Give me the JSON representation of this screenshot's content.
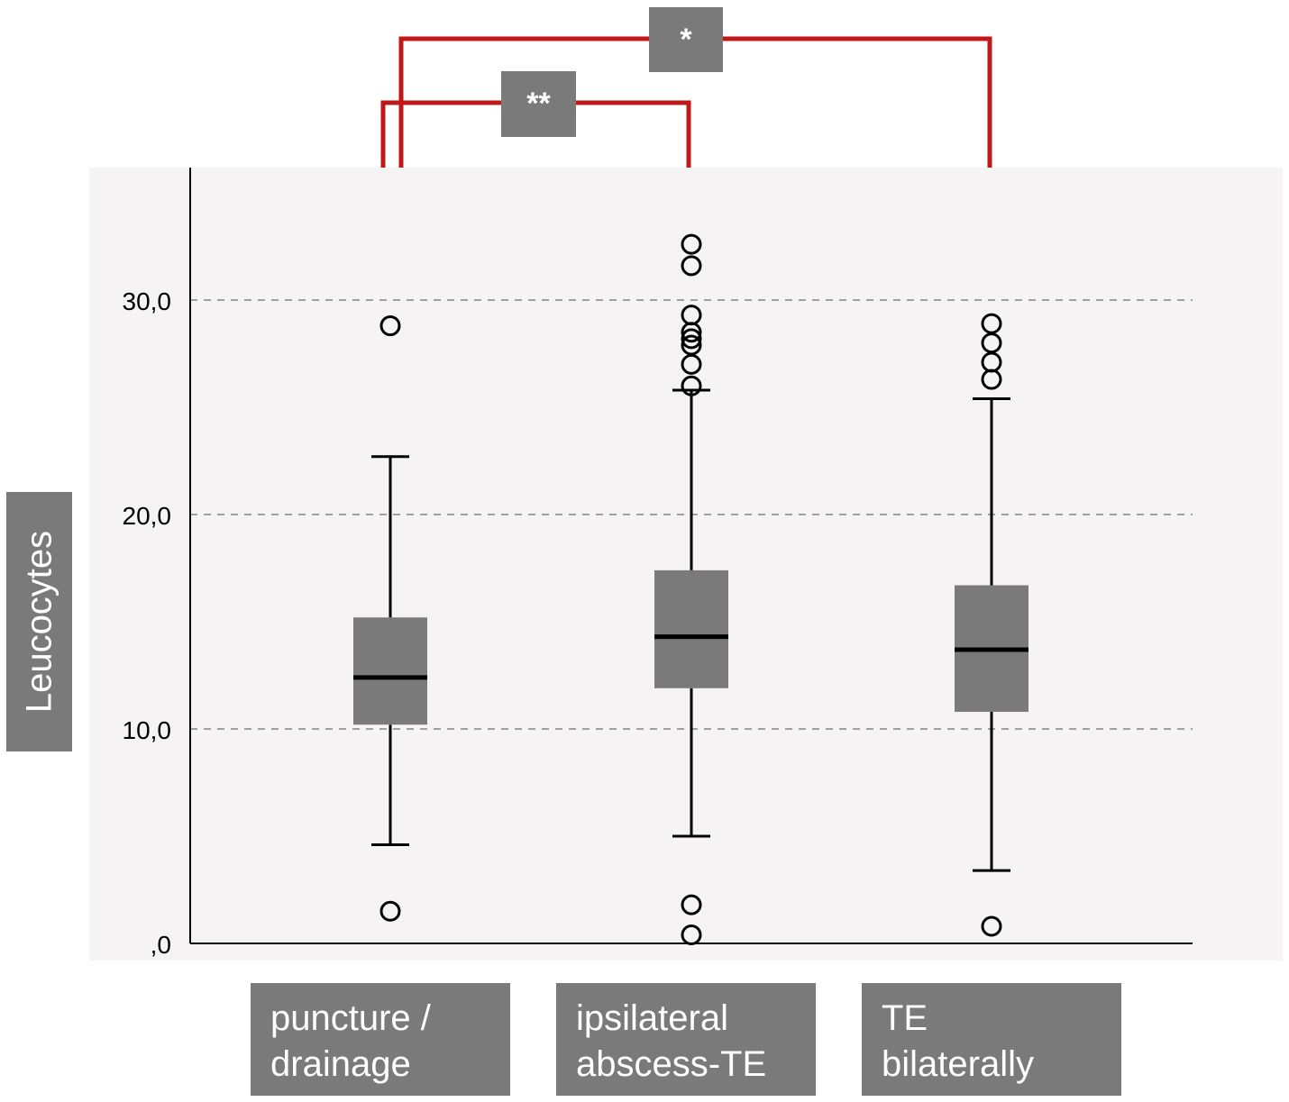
{
  "chart_data": {
    "type": "boxplot",
    "ylabel": "Leucocytes",
    "ylim": [
      0,
      36
    ],
    "yticks": [
      {
        "value": 0,
        "label": ",0"
      },
      {
        "value": 10,
        "label": "10,0"
      },
      {
        "value": 20,
        "label": "20,0"
      },
      {
        "value": 30,
        "label": "30,0"
      }
    ],
    "grid": "dashed horizontal at 10, 20, 30",
    "categories": [
      {
        "lines": [
          "puncture /",
          "drainage"
        ]
      },
      {
        "lines": [
          "ipsilateral",
          "abscess-TE"
        ]
      },
      {
        "lines": [
          "TE",
          "bilaterally"
        ]
      }
    ],
    "boxes": [
      {
        "whisker_low": 4.6,
        "q1": 10.2,
        "median": 12.4,
        "q3": 15.2,
        "whisker_high": 22.7,
        "outliers": [
          1.5,
          28.8
        ]
      },
      {
        "whisker_low": 5.0,
        "q1": 11.9,
        "median": 14.3,
        "q3": 17.4,
        "whisker_high": 25.8,
        "outliers": [
          0.4,
          1.8,
          26.0,
          27.0,
          27.9,
          28.2,
          28.5,
          29.3,
          31.6,
          32.6
        ]
      },
      {
        "whisker_low": 3.4,
        "q1": 10.8,
        "median": 13.7,
        "q3": 16.7,
        "whisker_high": 25.4,
        "outliers": [
          0.8,
          26.3,
          27.1,
          28.0,
          28.9
        ]
      }
    ],
    "significance": [
      {
        "from": 0,
        "to": 1,
        "label": "**"
      },
      {
        "from": 0,
        "to": 2,
        "label": "*"
      }
    ],
    "colors": {
      "plot_background": "#f5f3f4",
      "box_fill": "#7a7a7a",
      "significance_line": "#c01818",
      "grid": "#a0a0a0"
    }
  }
}
